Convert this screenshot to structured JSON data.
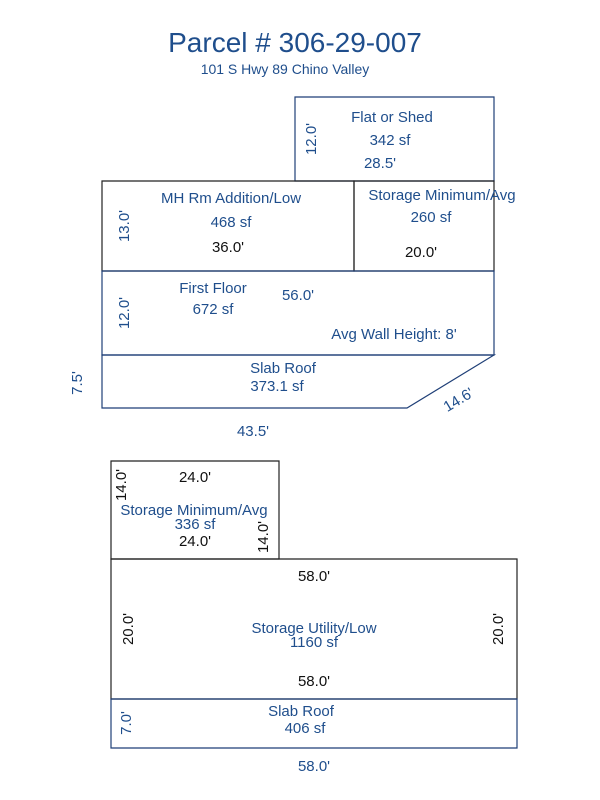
{
  "header": {
    "title": "Parcel # 306-29-007",
    "address": "101 S Hwy 89 Chino Valley"
  },
  "building1": {
    "flat_shed": {
      "name": "Flat or Shed",
      "area": "342 sf",
      "width": "28.5'",
      "depth": "12.0'"
    },
    "mh_addition": {
      "name": "MH Rm Addition/Low",
      "area": "468 sf",
      "width": "36.0'",
      "depth": "13.0'"
    },
    "storage_min_top": {
      "name": "Storage Minimum/Avg",
      "area": "260 sf",
      "width": "20.0'"
    },
    "first_floor": {
      "name": "First Floor",
      "area": "672 sf",
      "width": "56.0'",
      "depth": "12.0'",
      "wall_height": "Avg Wall Height: 8'"
    },
    "slab_roof": {
      "name": "Slab Roof",
      "area": "373.1 sf",
      "left_depth": "7.5'",
      "diagonal": "14.6'",
      "bottom_width": "43.5'"
    }
  },
  "building2": {
    "storage_min": {
      "name": "Storage Minimum/Avg",
      "area": "336 sf",
      "top_width": "24.0'",
      "bottom_width": "24.0'",
      "left_depth": "14.0'",
      "right_depth": "14.0'"
    },
    "storage_util": {
      "name": "Storage Utility/Low",
      "area": "1160 sf",
      "top_width": "58.0'",
      "bottom_width": "58.0'",
      "left_depth": "20.0'",
      "right_depth": "20.0'"
    },
    "slab_roof": {
      "name": "Slab Roof",
      "area": "406 sf",
      "depth": "7.0'",
      "bottom_width": "58.0'"
    }
  }
}
